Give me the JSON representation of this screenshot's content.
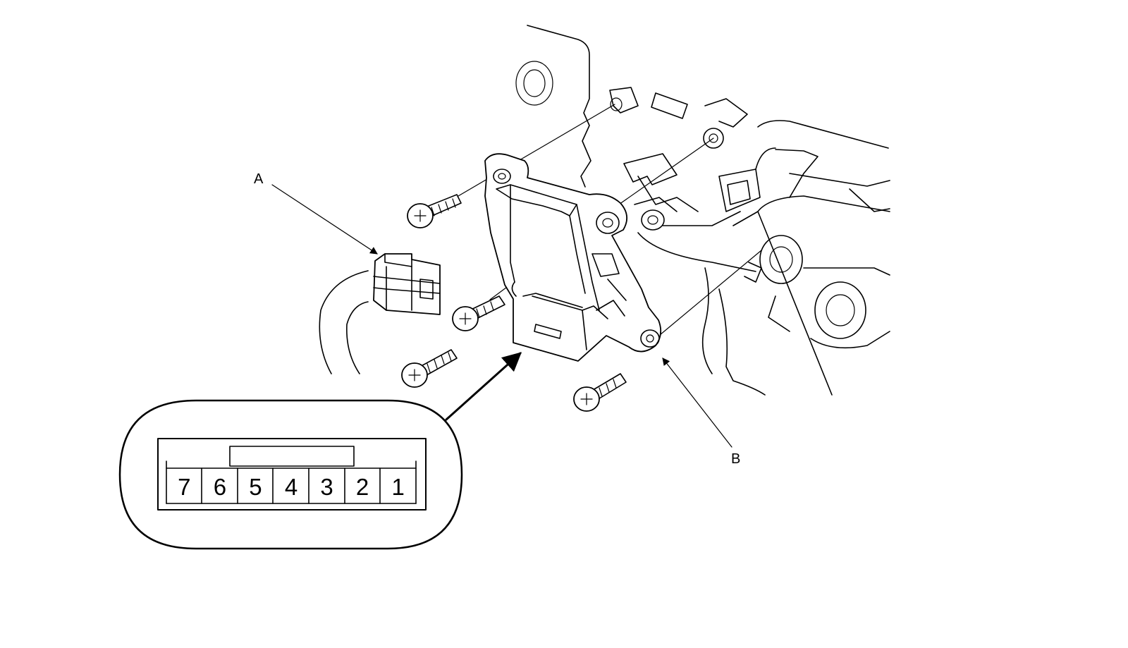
{
  "callouts": {
    "a": "A",
    "b": "B"
  },
  "connector_view": {
    "pins": [
      "7",
      "6",
      "5",
      "4",
      "3",
      "2",
      "1"
    ]
  }
}
